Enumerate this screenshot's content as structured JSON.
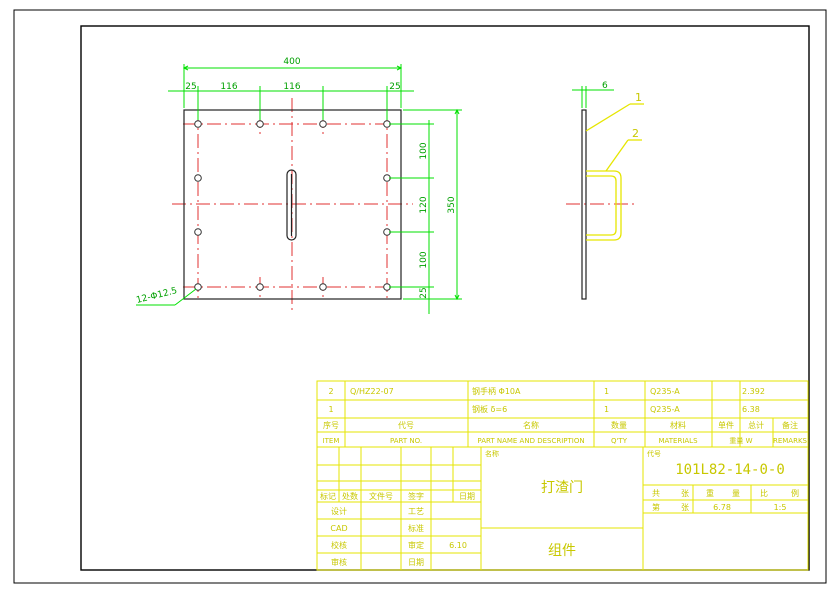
{
  "front_view": {
    "dims": {
      "overall_width": "400",
      "edge_left": "25",
      "spacing_a": "116",
      "spacing_b": "116",
      "edge_right": "25",
      "row_top": "100",
      "row_mid": "120",
      "row_bottom": "100",
      "edge_bottom": "25",
      "overall_height": "350"
    },
    "hole_callout": "12-Φ12.5"
  },
  "side_view": {
    "thickness": "6",
    "balloons": [
      "1",
      "2"
    ]
  },
  "parts_list": {
    "rows": [
      {
        "no": "2",
        "code": "Q/HZ22-07",
        "name": "钢手柄 Φ10A",
        "qty": "1",
        "material": "Q235-A",
        "weight": "2.392"
      },
      {
        "no": "1",
        "code": "",
        "name": "钢板 δ=6",
        "qty": "1",
        "material": "Q235-A",
        "weight": "6.38"
      }
    ],
    "header_cn": {
      "no": "序号",
      "code": "代号",
      "name": "名称",
      "qty": "数量",
      "material": "材料",
      "unit_weight": "单件",
      "total_weight": "总计",
      "remarks": "备注"
    },
    "header_en": {
      "no": "ITEM",
      "code": "PART NO.",
      "name": "PART NAME AND DESCRIPTION",
      "qty": "Q'TY",
      "material": "MATERIALS",
      "weight": "重量 W",
      "remarks": "REMARKS"
    }
  },
  "title_block": {
    "revision_headers": [
      "标记",
      "处数",
      "文件号",
      "签字",
      "日期"
    ],
    "roles": [
      "设计",
      "CAD",
      "校核",
      "审核"
    ],
    "roles2": [
      "工艺",
      "标准",
      "审定",
      "日期"
    ],
    "date_partial": "6.10",
    "name_label": "名称",
    "title": "打渣门",
    "subtitle": "组件",
    "code_label": "代号",
    "drawing_no": "101L82-14-0-0",
    "props_header": [
      "共",
      "张",
      "重",
      "量",
      "比",
      "例"
    ],
    "sheet_label": "第",
    "sheet_unit": "张",
    "weight": "6.78",
    "scale": "1:5"
  },
  "colors": {
    "dimension": "#00e000",
    "centerline": "#e03030",
    "titleblock": "#e6e600",
    "outline": "#222222"
  }
}
